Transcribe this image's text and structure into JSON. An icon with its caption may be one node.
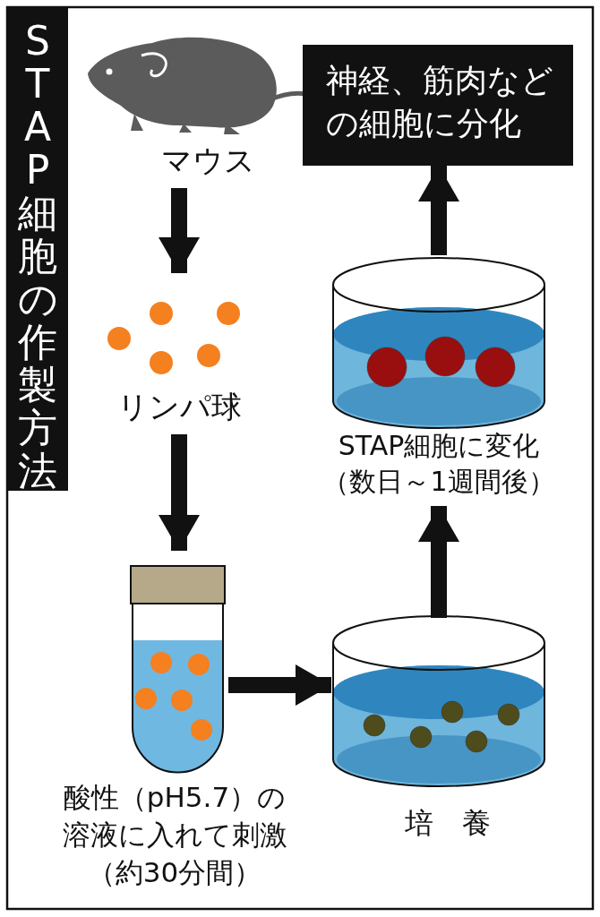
{
  "diagram": {
    "title": "STAP細胞の作製方法",
    "nodes": [
      {
        "text": [
          "マウス"
        ]
      },
      {
        "text": [
          "リンパ球"
        ]
      },
      {
        "text": [],
        "shape": "picture",
        "beside": [
          "酸性（pH5.7）の",
          "溶液に入れて刺激",
          "（約30分間）"
        ]
      },
      {
        "text": [
          "培　養"
        ]
      },
      {
        "text": [
          "STAP細胞に変化",
          "（数日～1週間後）"
        ]
      },
      {
        "text": [
          "神経、筋肉などの細胞に分化"
        ]
      }
    ],
    "edges": [
      {
        "from": 0,
        "to": 1,
        "arrow": "to"
      },
      {
        "from": 1,
        "to": 2,
        "arrow": "to"
      },
      {
        "from": 2,
        "to": 3,
        "arrow": "to"
      },
      {
        "from": 3,
        "to": 4,
        "arrow": "to"
      },
      {
        "from": 4,
        "to": 5,
        "arrow": "to"
      }
    ]
  }
}
